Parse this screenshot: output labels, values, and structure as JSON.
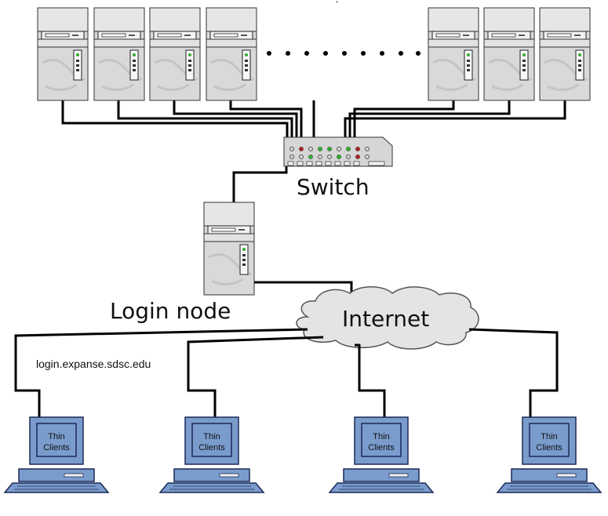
{
  "diagram": {
    "top_mark": "'",
    "switch_label": "Switch",
    "login_node_label": "Login node",
    "internet_label": "Internet",
    "hostname": "login.expanse.sdsc.edu",
    "clients": [
      {
        "line1": "Thin",
        "line2": "Clients"
      },
      {
        "line1": "Thin",
        "line2": "Clients"
      },
      {
        "line1": "Thin",
        "line2": "Clients"
      },
      {
        "line1": "Thin",
        "line2": "Clients"
      }
    ],
    "compute_node_count": 7,
    "colors": {
      "cable": "#000000",
      "server_case": "#d8d8d8",
      "client_blue": "#7a9ccd",
      "cloud": "#e4e4e4",
      "led_green": "#2fae2f",
      "led_red": "#b02020"
    }
  }
}
